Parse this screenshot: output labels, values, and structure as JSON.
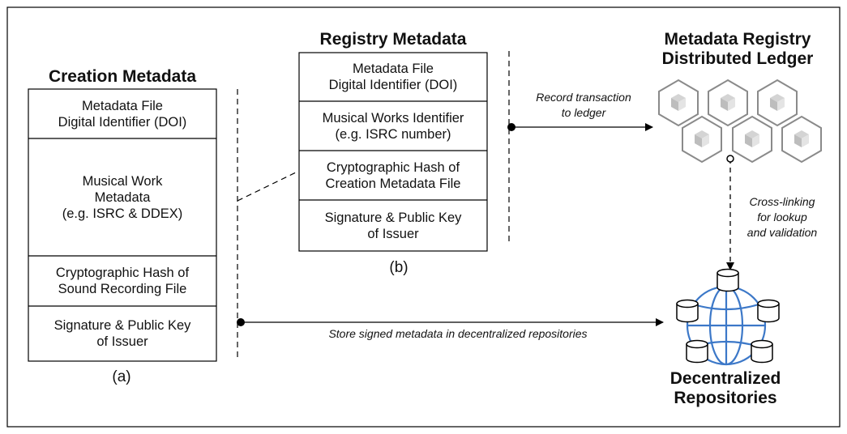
{
  "creation": {
    "title": "Creation Metadata",
    "rows": [
      [
        "Metadata File",
        "Digital Identifier (DOI)"
      ],
      [
        "Musical Work",
        "Metadata",
        "(e.g. ISRC & DDEX)"
      ],
      [
        "Cryptographic Hash of",
        "Sound Recording File"
      ],
      [
        "Signature & Public Key",
        "of Issuer"
      ]
    ],
    "caption": "(a)"
  },
  "registry": {
    "title": "Registry Metadata",
    "rows": [
      [
        "Metadata File",
        "Digital Identifier (DOI)"
      ],
      [
        "Musical Works Identifier",
        "(e.g. ISRC number)"
      ],
      [
        "Cryptographic Hash of",
        "Creation Metadata File"
      ],
      [
        "Signature & Public Key",
        "of Issuer"
      ]
    ],
    "caption": "(b)"
  },
  "ledger": {
    "title_line1": "Metadata Registry",
    "title_line2": "Distributed Ledger"
  },
  "repositories": {
    "title_line1": "Decentralized",
    "title_line2": "Repositories"
  },
  "annotations": {
    "record_line1": "Record transaction",
    "record_line2": "to ledger",
    "crosslink_line1": "Cross-linking",
    "crosslink_line2": "for lookup",
    "crosslink_line3": "and validation",
    "store": "Store signed metadata in decentralized repositories"
  },
  "colors": {
    "line": "#000000",
    "cube_stroke": "#8a8a8a",
    "cube_fill": "#d9d9d9",
    "globe_blue": "#3c78c8"
  }
}
